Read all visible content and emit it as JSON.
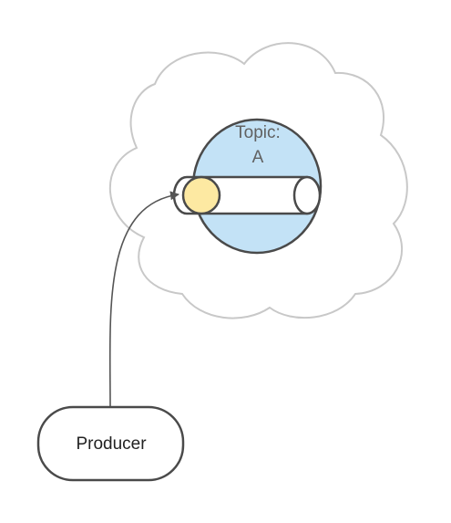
{
  "topic": {
    "label_line1": "Topic:",
    "label_line2": "A"
  },
  "producer": {
    "label": "Producer"
  },
  "colors": {
    "cloud_stroke": "#c8c8c8",
    "topic_fill": "#c3e2f6",
    "outline": "#4a4a4a",
    "message_fill": "#fde9a2",
    "topic_text": "#616161",
    "producer_text": "#222222",
    "arrow": "#555555"
  }
}
